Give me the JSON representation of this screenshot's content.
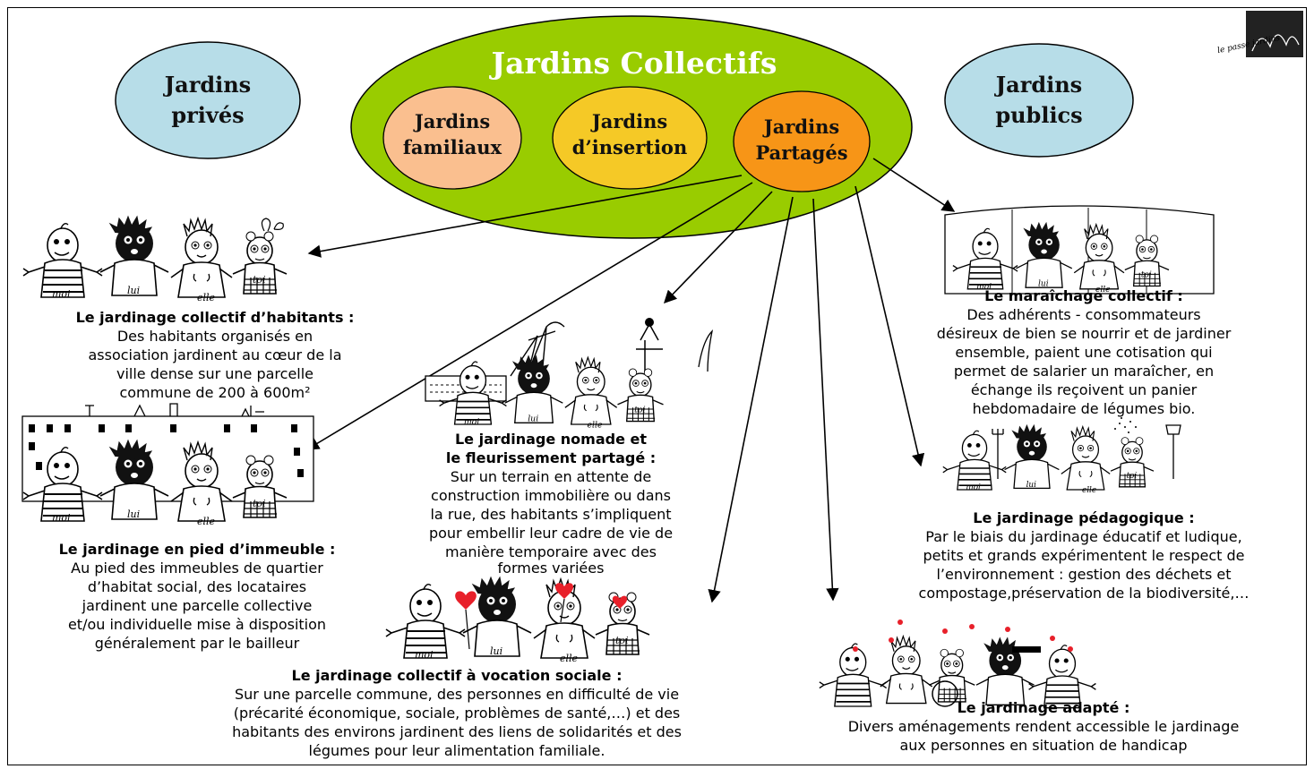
{
  "categories": {
    "prives": [
      "Jardins",
      "privés"
    ],
    "publics": [
      "Jardins",
      "publics"
    ],
    "collectifs": {
      "title": "Jardins Collectifs",
      "familiaux": [
        "Jardins",
        "familiaux"
      ],
      "insertion": [
        "Jardins",
        "d’insertion"
      ],
      "partages": [
        "Jardins",
        "Partagés"
      ]
    }
  },
  "figure_labels": {
    "moi": "moi",
    "lui": "lui",
    "elle": "elle",
    "toi": "toi"
  },
  "sections": {
    "habitants": {
      "title": "Le jardinage collectif d’habitants :",
      "lines": [
        "Des habitants organisés en",
        "association jardinent au cœur de la",
        "ville dense sur une parcelle",
        "commune de 200 à 600m²"
      ]
    },
    "immeuble": {
      "title": "Le jardinage en pied d’immeuble :",
      "lines": [
        "Au pied des immeubles de quartier",
        "d’habitat social, des locataires",
        "jardinent une parcelle collective",
        "et/ou individuelle mise à disposition",
        "généralement par le bailleur"
      ]
    },
    "nomade": {
      "title_lines": [
        "Le jardinage nomade et",
        "le fleurissement partagé :"
      ],
      "lines": [
        "Sur un terrain en attente de",
        "construction immobilière ou dans",
        "la rue, des habitants s’impliquent",
        "pour embellir leur cadre de vie de",
        "manière temporaire avec des",
        "formes variées"
      ]
    },
    "sociale": {
      "title": "Le jardinage collectif à vocation sociale :",
      "lines": [
        "Sur une parcelle commune, des personnes en difficulté de vie",
        "(précarité économique, sociale, problèmes de santé,…) et des",
        "habitants des environs jardinent des liens de solidarités et des",
        "légumes pour leur alimentation familiale."
      ]
    },
    "maraichage": {
      "title": "Le maraîchage collectif :",
      "lines": [
        "Des adhérents - consommateurs",
        "désireux de bien se nourrir et de jardiner",
        "ensemble, paient une cotisation qui",
        "permet de salarier un maraîcher, en",
        "échange ils reçoivent un panier",
        "hebdomadaire de légumes bio."
      ]
    },
    "pedagogique": {
      "title": "Le jardinage pédagogique :",
      "lines": [
        "Par le biais du jardinage éducatif et ludique,",
        "petits et grands expérimentent le respect de",
        "l’environnement : gestion des déchets et",
        "compostage,préservation de la biodiversité,…"
      ]
    },
    "adapte": {
      "title": "Le jardinage adapté :",
      "lines": [
        "Divers aménagements rendent accessible le jardinage",
        "aux personnes en situation de handicap"
      ]
    }
  },
  "logo_text": "le passe jardins",
  "colors": {
    "collectifs_green": "#99cc00",
    "side_circle": "#b7dde8",
    "familiaux": "#fabf8f",
    "insertion": "#f5c926",
    "partages": "#f79517",
    "arrow": "#000000",
    "heart": "#e8202a"
  }
}
